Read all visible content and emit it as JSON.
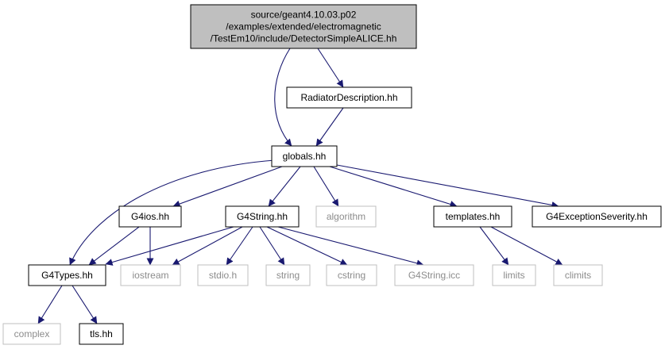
{
  "colors": {
    "edge": "#191970",
    "root_fill": "#bfbfbf",
    "node_border": "#000000",
    "external_border": "#bfbfbf",
    "external_text": "#8c8c8c",
    "text": "#000000"
  },
  "nodes": [
    {
      "id": "root",
      "lines": [
        "source/geant4.10.03.p02",
        "/examples/extended/electromagnetic",
        "/TestEm10/include/DetectorSimpleALICE.hh"
      ],
      "kind": "root"
    },
    {
      "id": "radiator",
      "lines": [
        "RadiatorDescription.hh"
      ],
      "kind": "file"
    },
    {
      "id": "globals",
      "lines": [
        "globals.hh"
      ],
      "kind": "file"
    },
    {
      "id": "g4ios",
      "lines": [
        "G4ios.hh"
      ],
      "kind": "file"
    },
    {
      "id": "g4string",
      "lines": [
        "G4String.hh"
      ],
      "kind": "file"
    },
    {
      "id": "algorithm",
      "lines": [
        "algorithm"
      ],
      "kind": "external"
    },
    {
      "id": "templates",
      "lines": [
        "templates.hh"
      ],
      "kind": "file"
    },
    {
      "id": "g4exc",
      "lines": [
        "G4ExceptionSeverity.hh"
      ],
      "kind": "file"
    },
    {
      "id": "g4types",
      "lines": [
        "G4Types.hh"
      ],
      "kind": "file"
    },
    {
      "id": "iostream",
      "lines": [
        "iostream"
      ],
      "kind": "external"
    },
    {
      "id": "stdio",
      "lines": [
        "stdio.h"
      ],
      "kind": "external"
    },
    {
      "id": "string",
      "lines": [
        "string"
      ],
      "kind": "external"
    },
    {
      "id": "cstring",
      "lines": [
        "cstring"
      ],
      "kind": "external"
    },
    {
      "id": "g4stringicc",
      "lines": [
        "G4String.icc"
      ],
      "kind": "external"
    },
    {
      "id": "limits",
      "lines": [
        "limits"
      ],
      "kind": "external"
    },
    {
      "id": "climits",
      "lines": [
        "climits"
      ],
      "kind": "external"
    },
    {
      "id": "complex",
      "lines": [
        "complex"
      ],
      "kind": "external"
    },
    {
      "id": "tls",
      "lines": [
        "tls.hh"
      ],
      "kind": "file"
    }
  ],
  "edges": [
    [
      "root",
      "radiator"
    ],
    [
      "root",
      "globals"
    ],
    [
      "radiator",
      "globals"
    ],
    [
      "globals",
      "g4ios"
    ],
    [
      "globals",
      "g4string"
    ],
    [
      "globals",
      "algorithm"
    ],
    [
      "globals",
      "templates"
    ],
    [
      "globals",
      "g4exc"
    ],
    [
      "globals",
      "g4types"
    ],
    [
      "g4ios",
      "g4types"
    ],
    [
      "g4ios",
      "iostream"
    ],
    [
      "g4string",
      "g4types"
    ],
    [
      "g4string",
      "iostream"
    ],
    [
      "g4string",
      "stdio"
    ],
    [
      "g4string",
      "string"
    ],
    [
      "g4string",
      "cstring"
    ],
    [
      "g4string",
      "g4stringicc"
    ],
    [
      "templates",
      "limits"
    ],
    [
      "templates",
      "climits"
    ],
    [
      "g4types",
      "complex"
    ],
    [
      "g4types",
      "tls"
    ]
  ]
}
